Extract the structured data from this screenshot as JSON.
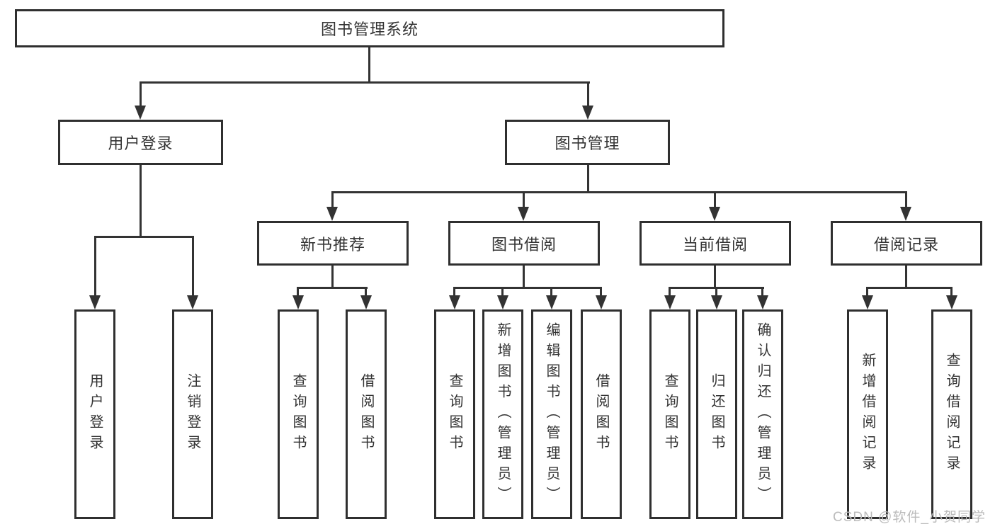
{
  "root": {
    "label": "图书管理系统"
  },
  "branches": [
    {
      "label": "用户登录",
      "children": [
        "用户登录",
        "注销登录"
      ]
    },
    {
      "label": "图书管理",
      "modules": [
        {
          "label": "新书推荐",
          "children": [
            "查询图书",
            "借阅图书"
          ]
        },
        {
          "label": "图书借阅",
          "children": [
            "查询图书",
            "新增图书（管理员）",
            "编辑图书（管理员）",
            "借阅图书"
          ]
        },
        {
          "label": "当前借阅",
          "children": [
            "查询图书",
            "归还图书",
            "确认归还（管理员）"
          ]
        },
        {
          "label": "借阅记录",
          "children": [
            "新增借阅记录",
            "查询借阅记录"
          ]
        }
      ]
    }
  ],
  "watermark": {
    "text": "CSDN @软件_小贺同学",
    "color": "#bcbcbc"
  },
  "colors": {
    "line": "#333333",
    "box_border": "#2f2f2f",
    "text": "#333333",
    "background": "#ffffff"
  }
}
